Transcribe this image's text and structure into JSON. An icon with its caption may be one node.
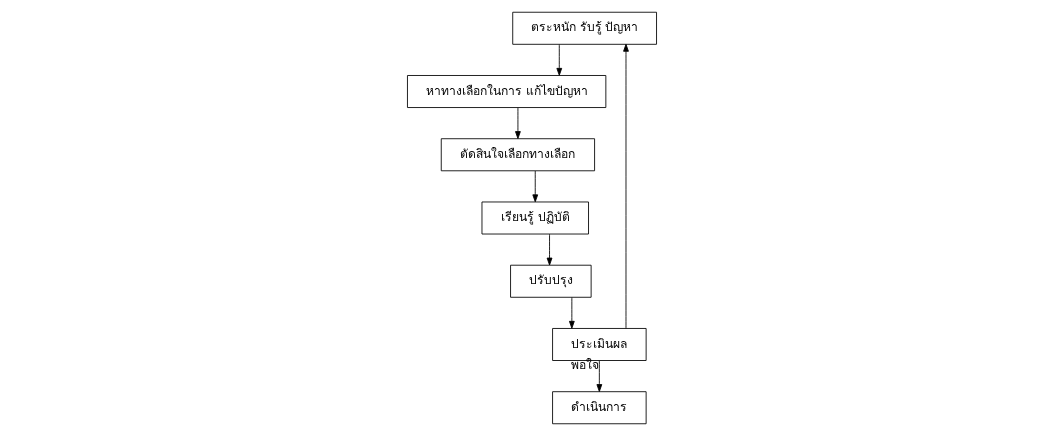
{
  "diagram": {
    "nodes": [
      {
        "text": [
          "ตระหนัก รับรู้ ปัญหา"
        ]
      },
      {
        "text": [
          "หาทางเลือกในการ แก้ไขปัญหา"
        ]
      },
      {
        "text": [
          "ตัดสินใจเลือกทางเลือก"
        ]
      },
      {
        "text": [
          "เรียนรู้ ปฏิบัติ"
        ]
      },
      {
        "text": [
          "ปรับปรุง"
        ]
      },
      {
        "text": [
          "ประเมินผล"
        ]
      },
      {
        "text": [
          "ดำเนินการ"
        ]
      }
    ],
    "edges": [
      {
        "from": 0,
        "to": 1,
        "arrow": "to"
      },
      {
        "from": 1,
        "to": 2,
        "arrow": "to"
      },
      {
        "from": 2,
        "to": 3,
        "arrow": "to"
      },
      {
        "from": 3,
        "to": 4,
        "arrow": "to"
      },
      {
        "from": 4,
        "to": 5,
        "arrow": "to"
      },
      {
        "from": 5,
        "to": 0,
        "arrow": "to"
      },
      {
        "from": 5,
        "to": 6,
        "arrow": "to",
        "label": "พอใจ"
      }
    ]
  }
}
